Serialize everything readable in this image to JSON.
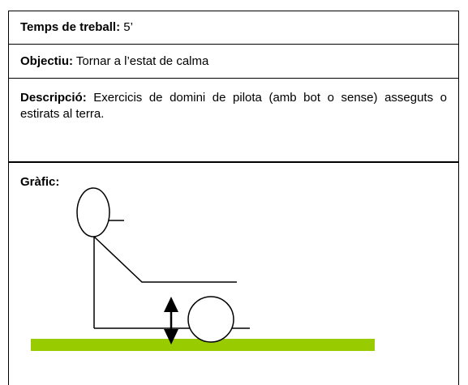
{
  "session": {
    "time": {
      "label": "Temps de treball:",
      "value": "5’"
    },
    "objective": {
      "label": "Objectiu:",
      "value": "Tornar a l’estat de calma"
    },
    "description": {
      "label": "Descripció:",
      "value": "Exercicis de domini de pilota (amb bot o sense) asseguts o estirats al terra."
    },
    "graphic": {
      "label": "Gràfic:"
    }
  },
  "colors": {
    "ground": "#99cc00",
    "border": "#000000"
  }
}
